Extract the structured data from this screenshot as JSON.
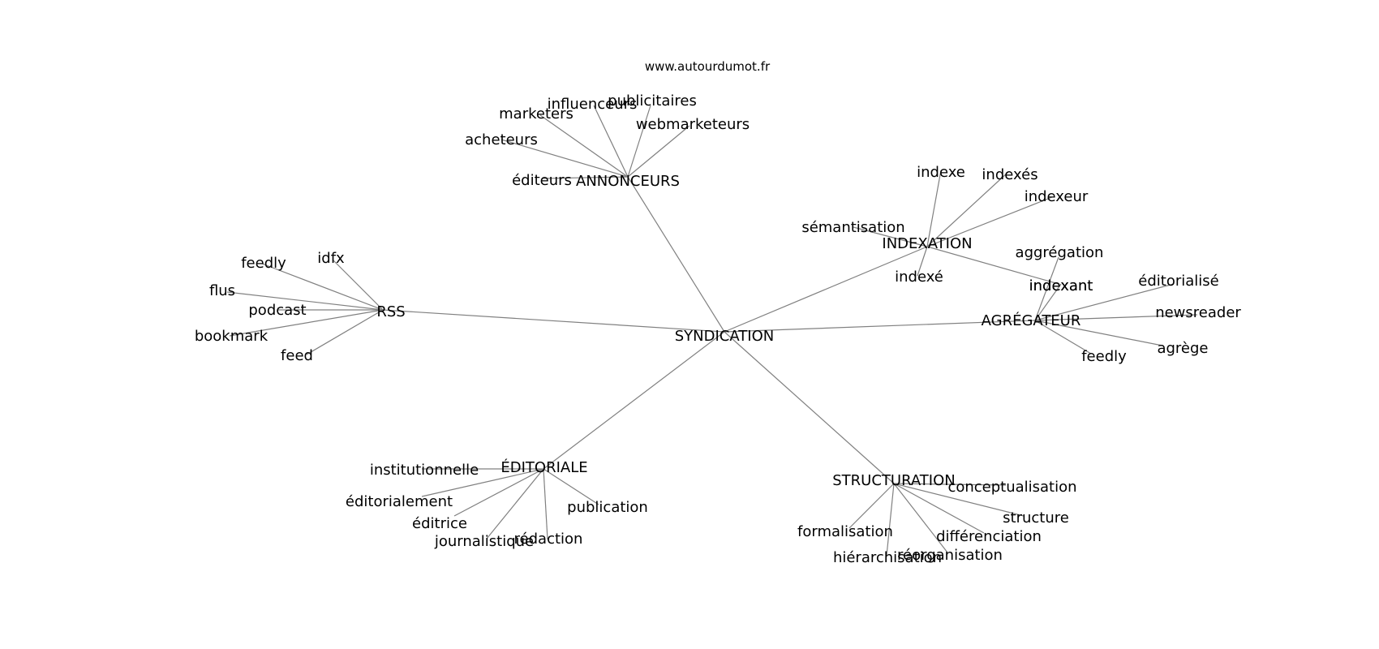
{
  "credit": "www.autourdumot.fr",
  "root": "SYNDICATION",
  "hubs": [
    {
      "label": "ANNONCEURS",
      "leaves": [
        "éditeurs",
        "acheteurs",
        "marketers",
        "influenceurs",
        "publicitaires",
        "webmarketeurs"
      ]
    },
    {
      "label": "RSS",
      "leaves": [
        "feedly",
        "idfx",
        "flus",
        "podcast",
        "bookmark",
        "feed"
      ]
    },
    {
      "label": "INDEXATION",
      "leaves": [
        "indexe",
        "indexés",
        "indexeur",
        "sémantisation",
        "indexé",
        "indexant"
      ]
    },
    {
      "label": "AGRÉGATEUR",
      "leaves": [
        "aggrégation",
        "indexant",
        "éditorialisé",
        "newsreader",
        "agrège",
        "feedly"
      ]
    },
    {
      "label": "ÉDITORIALE",
      "leaves": [
        "institutionnelle",
        "éditorialement",
        "éditrice",
        "journalistique",
        "rédaction",
        "publication"
      ]
    },
    {
      "label": "STRUCTURATION",
      "leaves": [
        "conceptualisation",
        "structure",
        "différenciation",
        "réorganisation",
        "hiérarchisation",
        "formalisation"
      ]
    }
  ]
}
